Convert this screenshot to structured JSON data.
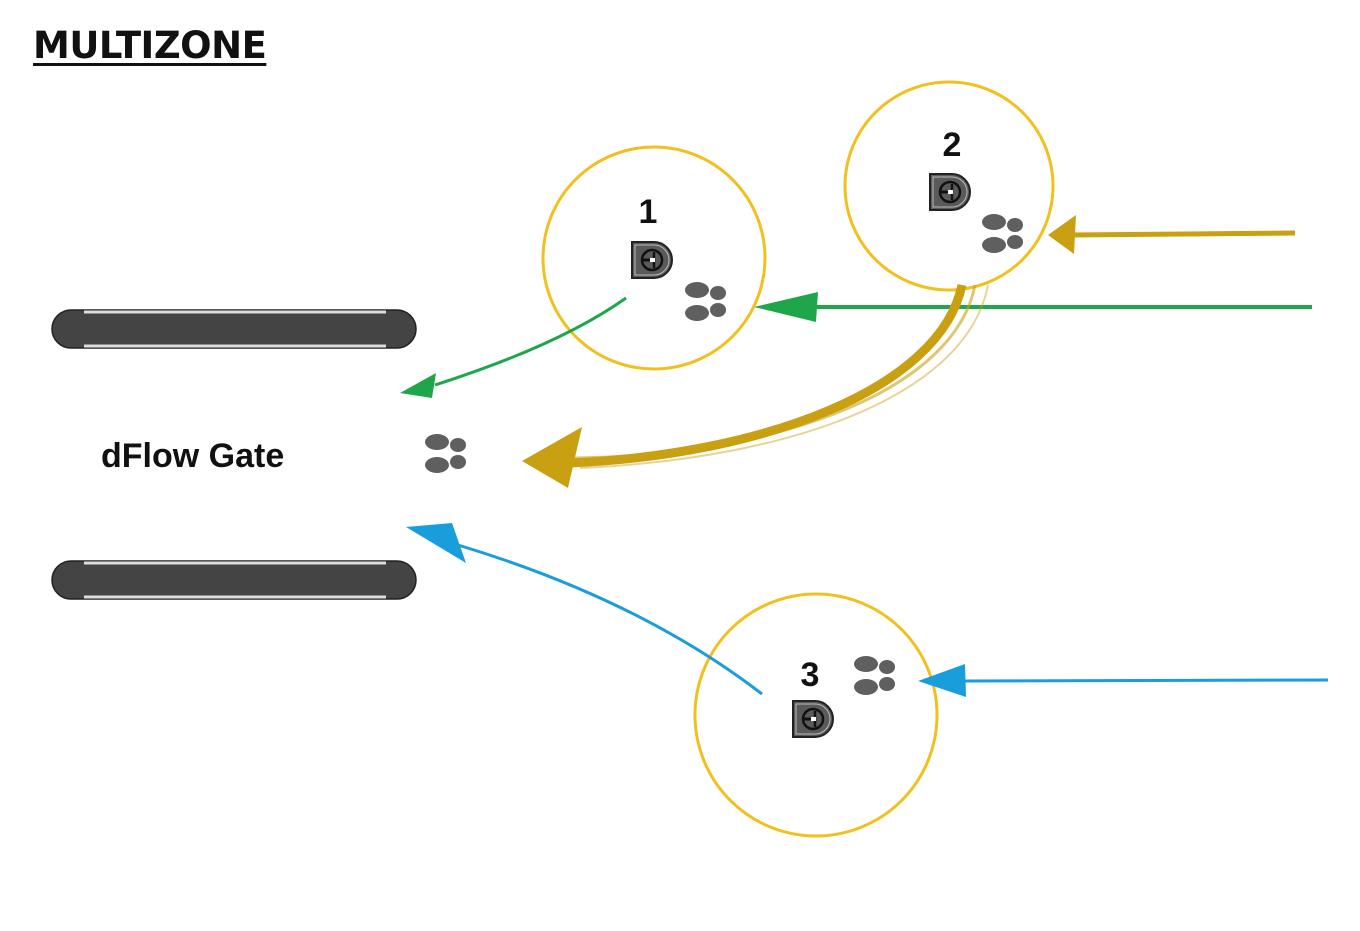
{
  "title": "MULTIZONE",
  "gate": {
    "label": "dFlow Gate"
  },
  "zones": [
    {
      "number": "1",
      "path_color": "#1fa64a",
      "circle_color": "#f2c01e"
    },
    {
      "number": "2",
      "path_color": "#c9a012",
      "circle_color": "#f2c01e"
    },
    {
      "number": "3",
      "path_color": "#1a9ddb",
      "circle_color": "#f2c01e"
    }
  ],
  "colors": {
    "gate_body": "#444444",
    "footprint": "#5f5f5f",
    "reader": "#5a5a5a"
  },
  "icons": {
    "reader": "reader-device-icon",
    "footprints": "footprints-icon",
    "gate_panel": "gate-panel-icon"
  }
}
